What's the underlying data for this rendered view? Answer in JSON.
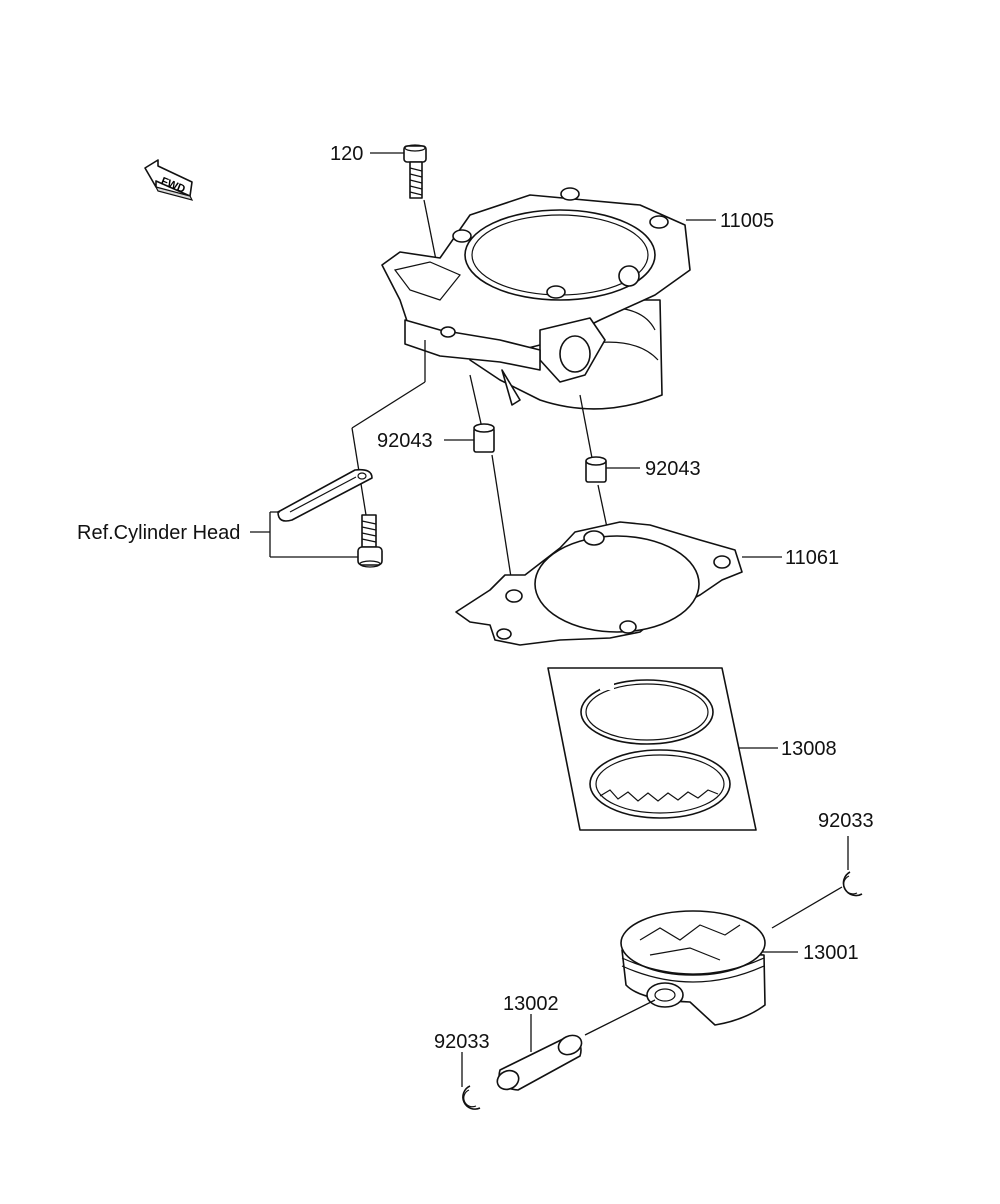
{
  "labels": {
    "bolt_120": "120",
    "cylinder": "11005",
    "dowel_left": "92043",
    "dowel_right": "92043",
    "ref_cylinder_head": "Ref.Cylinder Head",
    "gasket": "11061",
    "ring_set": "13008",
    "clip_right": "92033",
    "piston": "13001",
    "piston_pin": "13002",
    "clip_left": "92033",
    "fwd": "FWD"
  }
}
